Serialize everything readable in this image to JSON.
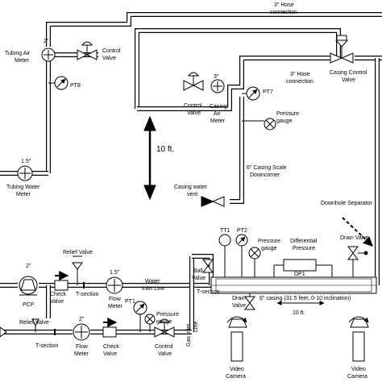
{
  "labels": {
    "hose_top": "3\" Hose",
    "hose_top_2": "connection",
    "tubing_size": "2\"",
    "tubing_air_meter": "Tubing Air",
    "tubing_air_meter_2": "Meter",
    "control_valve_top": "Control",
    "control_valve_top_2": "Valve",
    "pt8": "PT8",
    "hose_right": "3\" Hose",
    "hose_right_2": "connection",
    "casing_control_valve": "Casing Control",
    "casing_control_valve_2": "Valve",
    "casing_air_size": "3\"",
    "control_valve_mid": "Control",
    "control_valve_mid_2": "Valve",
    "casing_air_meter": "Casing",
    "casing_air_meter_2": "Air",
    "casing_air_meter_3": "Meter",
    "pt7": "PT7",
    "pressure_gauge_mid": "Pressure",
    "pressure_gauge_mid_2": "gauge",
    "height": "10 ft.",
    "tubing_water_size": "1.5\"",
    "tubing_water_meter": "Tubing Water",
    "tubing_water_meter_2": "Meter",
    "downcomer": "6\" Casing Scale",
    "downcomer_2": "Downcomer",
    "casing_water_vent": "Casing water",
    "casing_water_vent_2": "vent",
    "downhole_separator": "Downhole Separator",
    "tt1": "TT1",
    "pt2": "PT2",
    "pressure_gauge_right": "Pressure",
    "pressure_gauge_right_2": "gauge",
    "differential_pressure": "Differential",
    "differential_pressure_2": "Pressure",
    "drain_valve_right": "Drain Valve",
    "dp1": "DP1",
    "pcp_size": "2\"",
    "pcp": "PCP",
    "relief_valve_top": "Relief Valve",
    "check_valve_1": "Check",
    "check_valve_1b": "Valve",
    "tsection_1": "T-section",
    "flow_size_1": "1.5\"",
    "flow_meter_1": "Flow",
    "flow_meter_1b": "Meter",
    "water_inlet": "Water",
    "water_inlet_2": "Inlet Line",
    "ball_valve": "Ball",
    "ball_valve_2": "Valve",
    "tsection_2": "T-section",
    "drain_valve_bottom": "Drain",
    "drain_valve_bottom_2": "Valve",
    "casing_6": "6\" casing (31.5 feet, 0-10 inclination)",
    "length": "10 ft.",
    "relief_valve_bottom": "Relief Valve",
    "tsection_3": "T-section",
    "flow_size_2": "2\"",
    "flow_meter_2": "Flow",
    "flow_meter_2b": "Meter",
    "check_valve_2": "Check",
    "check_valve_2b": "Valve",
    "pt1": "PT1",
    "pressure_gauge_bottom": "Pressure",
    "pressure_gauge_bottom_2": "gauge",
    "control_valve_bottom": "Control",
    "control_valve_bottom_2": "Valve",
    "gas_inlet": "Gas Inlet",
    "gas_inlet_2": "Line",
    "video_camera_1": "Video",
    "video_camera_1b": "Camera",
    "video_camera_2": "Video",
    "video_camera_2b": "Camera"
  }
}
